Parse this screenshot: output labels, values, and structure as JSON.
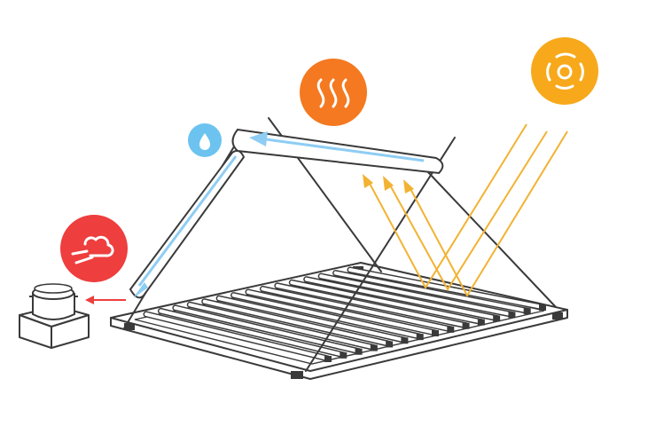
{
  "colors": {
    "sun": "#f7a91b",
    "heat": "#f47920",
    "water": "#6cc3f0",
    "steam": "#ee3e3e",
    "ray": "#f2b233",
    "flow": "#8ecdf4",
    "line": "#3a3a3a"
  },
  "icons": {
    "sun": "sun-icon",
    "heat": "heat-waves-icon",
    "water": "water-drop-icon",
    "steam": "steam-icon"
  },
  "parts": {
    "collector": "flat-plate-collector",
    "storage": "storage-tank",
    "riser": "riser-pipe",
    "pot": "cooking-pot"
  }
}
